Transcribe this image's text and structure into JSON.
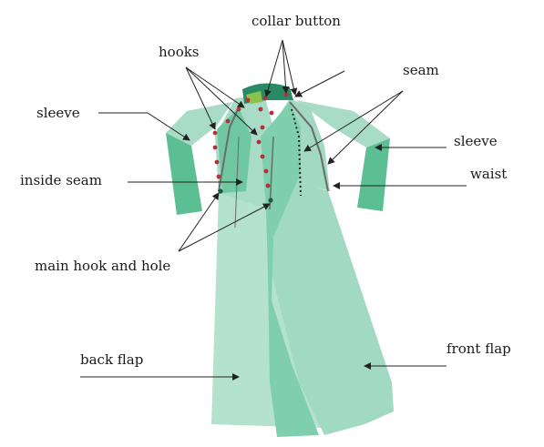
{
  "labels": {
    "collar_button": "collar button",
    "hooks": "hooks",
    "seam": "seam",
    "sleeve_left": "sleeve",
    "sleeve_right": "sleeve",
    "inside_seam": "inside seam",
    "waist": "waist",
    "main_hook_and_hole": "main hook and hole",
    "back_flap": "back flap",
    "front_flap": "front flap"
  },
  "colors": {
    "light_green": "#a8dcc6",
    "mid_green": "#7fcfae",
    "dark_green": "#5cbf94",
    "collar_dark": "#2a8a66",
    "button_green": "#8cc24a",
    "hook_red": "#b3323a",
    "seam_gray": "#6b6b6b",
    "arrow": "#222222"
  }
}
